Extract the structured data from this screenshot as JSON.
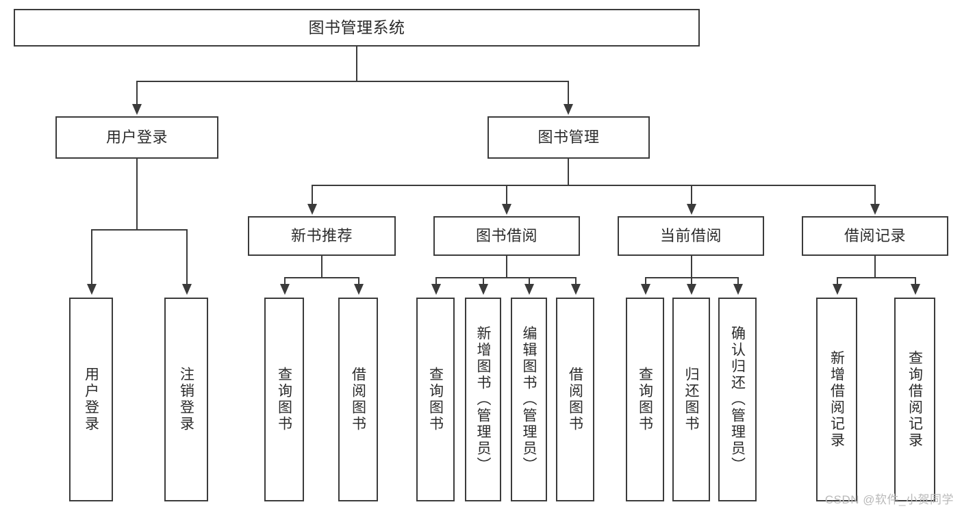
{
  "diagram": {
    "title": "图书管理系统",
    "type": "tree",
    "root": {
      "label": "图书管理系统"
    },
    "level2": [
      {
        "label": "用户登录"
      },
      {
        "label": "图书管理"
      }
    ],
    "level3": [
      {
        "label": "新书推荐"
      },
      {
        "label": "图书借阅"
      },
      {
        "label": "当前借阅"
      },
      {
        "label": "借阅记录"
      }
    ],
    "leaves": {
      "user_login": [
        {
          "label": "用户登录"
        },
        {
          "label": "注销登录"
        }
      ],
      "new_book_recommend": [
        {
          "label": "查询图书"
        },
        {
          "label": "借阅图书"
        }
      ],
      "book_borrow": [
        {
          "label": "查询图书"
        },
        {
          "label": "新增图书（管理员）"
        },
        {
          "label": "编辑图书（管理员）"
        },
        {
          "label": "借阅图书"
        }
      ],
      "current_borrow": [
        {
          "label": "查询图书"
        },
        {
          "label": "归还图书"
        },
        {
          "label": "确认归还（管理员）"
        }
      ],
      "borrow_record": [
        {
          "label": "新增借阅记录"
        },
        {
          "label": "查询借阅记录"
        }
      ]
    }
  },
  "watermark": {
    "text": "CSDN @软件_小贺同学"
  },
  "colors": {
    "stroke": "#3b3b3b",
    "text": "#2b2b2b",
    "background": "#ffffff",
    "watermark": "#b9b9b9"
  }
}
